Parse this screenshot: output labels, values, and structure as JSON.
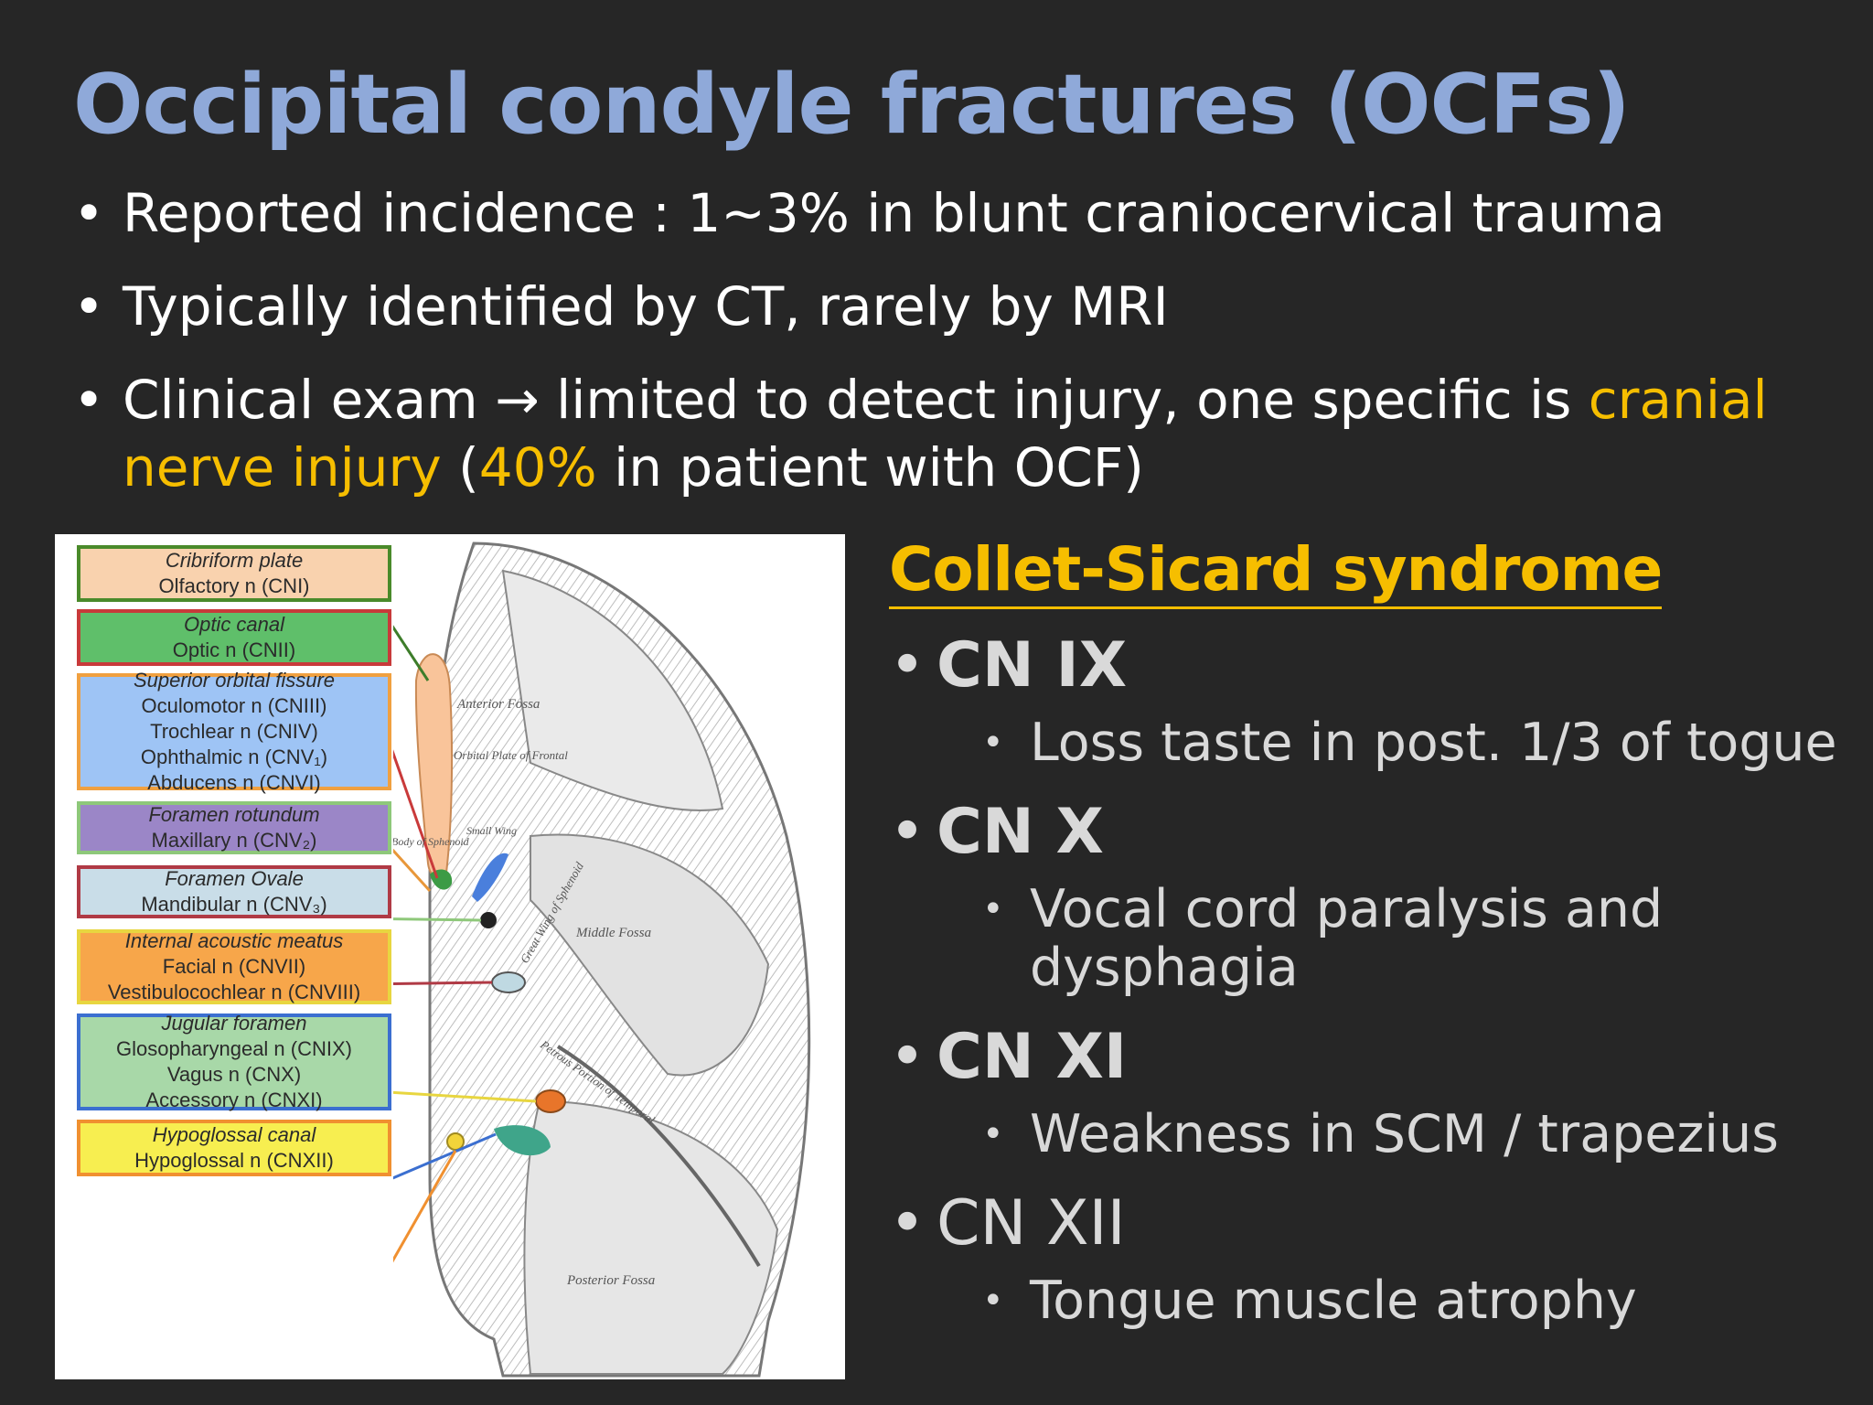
{
  "title": "Occipital condyle fractures (OCFs)",
  "bullets": [
    {
      "text": "Reported incidence : 1~3% in blunt craniocervical trauma"
    },
    {
      "text": "Typically identified by CT, rarely by MRI"
    },
    {
      "pre": "Clinical exam ",
      "arrow": "→",
      "mid": " limited to detect injury, one specific is ",
      "hl1": "cranial nerve injury",
      "paren_open": " (",
      "hl2": "40%",
      "post": " in patient with OCF)"
    }
  ],
  "figure": {
    "labels": [
      {
        "title": "Cribriform plate",
        "lines": [
          "Olfactory n (CNI)"
        ],
        "fill": "#F9D2AE",
        "border": "#4A8A2A"
      },
      {
        "title": "Optic canal",
        "lines": [
          "Optic n (CNII)"
        ],
        "fill": "#5FBF6A",
        "border": "#C83A3A"
      },
      {
        "title": "Superior orbital fissure",
        "lines": [
          "Oculomotor n (CNIII)",
          "Trochlear n (CNIV)",
          "Ophthalmic n (CNV₁)",
          "Abducens n (CNVI)"
        ],
        "fill": "#9EC4F5",
        "border": "#F0A040"
      },
      {
        "title": "Foramen rotundum",
        "lines": [
          "Maxillary n (CNV₂)"
        ],
        "fill": "#9B86C7",
        "border": "#8EC87A"
      },
      {
        "title": "Foramen Ovale",
        "lines": [
          "Mandibular n (CNV₃)"
        ],
        "fill": "#C9DDE8",
        "border": "#B03A45"
      },
      {
        "title": "Internal acoustic meatus",
        "lines": [
          "Facial n (CNVII)",
          "Vestibulocochlear n (CNVIII)"
        ],
        "fill": "#F7A64A",
        "border": "#E8D640"
      },
      {
        "title": "Jugular foramen",
        "lines": [
          "Glosopharyngeal n (CNIX)",
          "Vagus n (CNX)",
          "Accessory n (CNXI)"
        ],
        "fill": "#A8D8A8",
        "border": "#3B6FD0"
      },
      {
        "title": "Hypoglossal canal",
        "lines": [
          "Hypoglossal n (CNXII)"
        ],
        "fill": "#F7EE50",
        "border": "#F09030"
      }
    ],
    "skull_text": [
      "Anterior Fossa",
      "Orbital Plate of Frontal",
      "Body of Sphenoid",
      "Small Wing",
      "Great Wing of Sphenoid",
      "Middle Fossa",
      "Petrous Portion of Temporal",
      "Posterior Fossa"
    ]
  },
  "syndrome": {
    "heading": "Collet-Sicard syndrome",
    "nerves": [
      {
        "label": "CN IX",
        "bold": true,
        "detail": [
          "Loss taste in post. 1/3 of togue"
        ]
      },
      {
        "label": "CN X",
        "bold": true,
        "detail": [
          "Vocal cord paralysis and",
          "dysphagia"
        ]
      },
      {
        "label": "CN XI",
        "bold": true,
        "detail": [
          "Weakness in SCM / trapezius"
        ]
      },
      {
        "label": "CN XII",
        "bold": false,
        "detail": [
          "Tongue muscle atrophy"
        ]
      }
    ]
  },
  "colors": {
    "title": "#8FA9D9",
    "highlight": "#F6BE00",
    "background": "#262626"
  }
}
